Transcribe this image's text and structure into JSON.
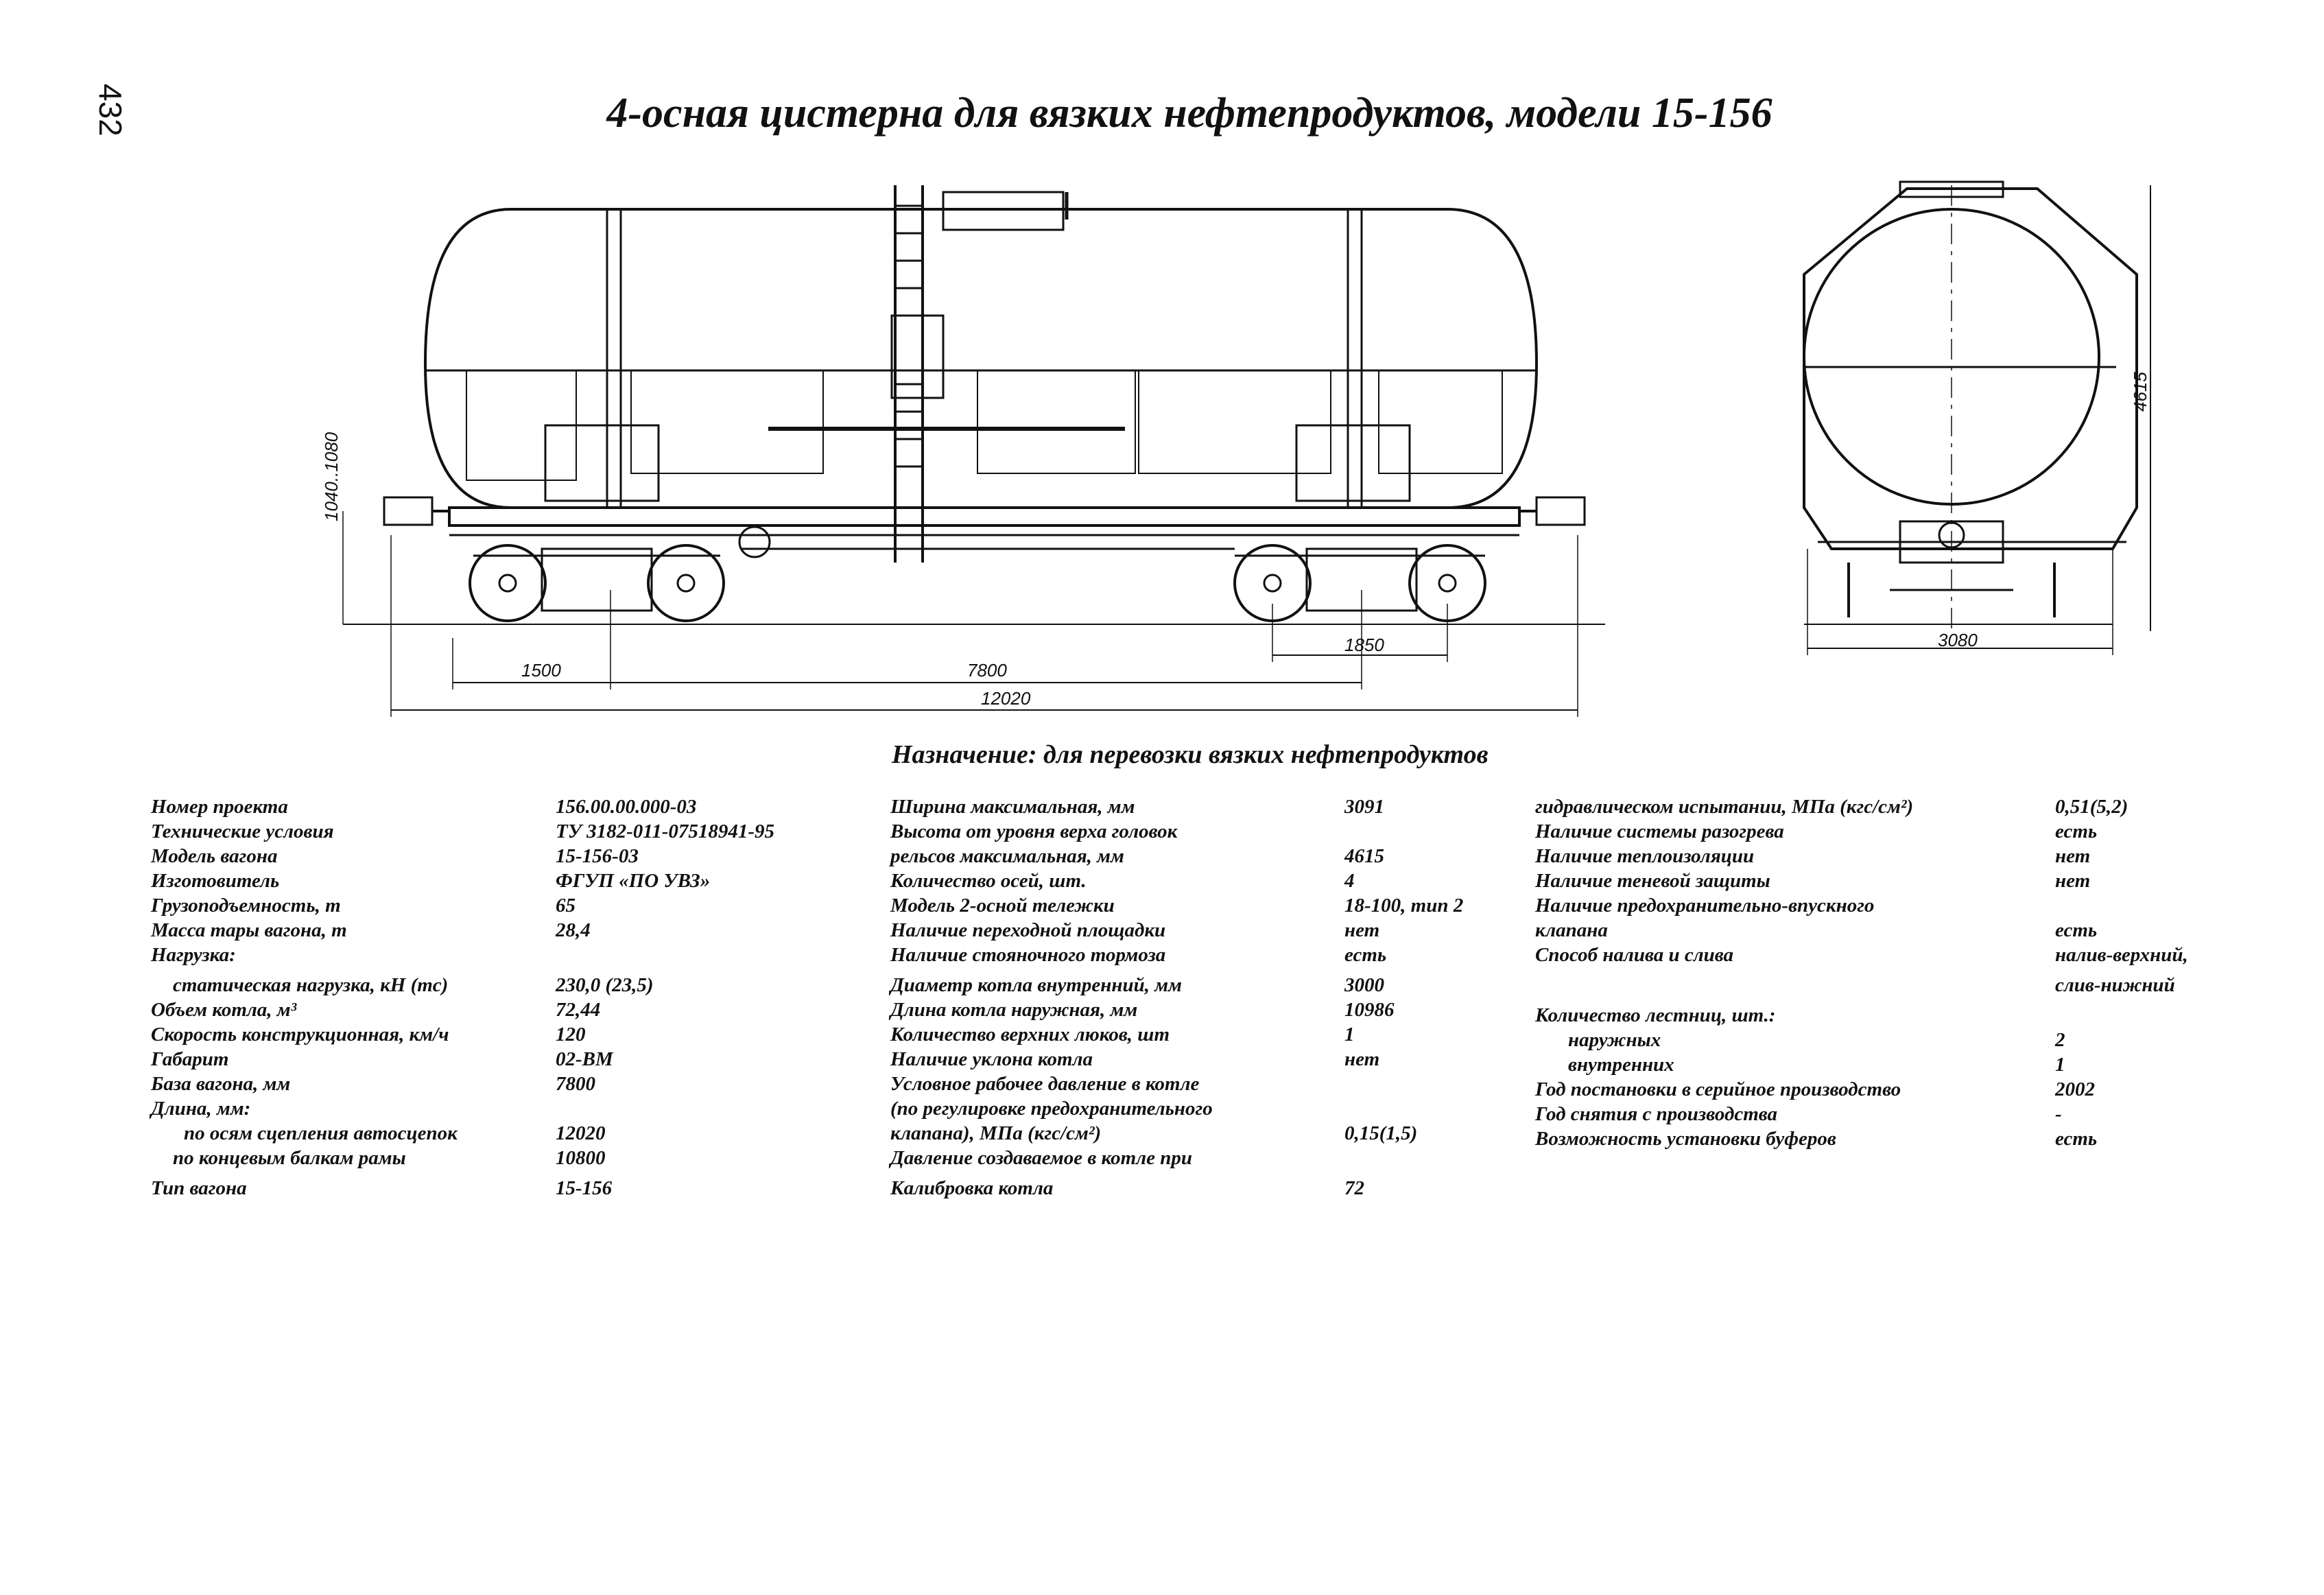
{
  "page_number": "432",
  "title": "4-осная цистерна для вязких нефтепродуктов, модели 15-156",
  "purpose": "Назначение: для перевозки вязких нефтепродуктов",
  "dimensions": {
    "d1500": "1500",
    "d7800": "7800",
    "d1850": "1850",
    "d12020": "12020",
    "d3080": "3080",
    "d4615": "4615",
    "d1040_1080": "1040..1080"
  },
  "col1": [
    {
      "label": "Номер проекта",
      "value": "156.00.00.000-03"
    },
    {
      "label": "Технические условия",
      "value": "ТУ 3182-011-07518941-95"
    },
    {
      "label": "Модель вагона",
      "value": "15-156-03"
    },
    {
      "label": "Изготовитель",
      "value": "ФГУП «ПО УВЗ»"
    },
    {
      "label": "Грузоподъемность, т",
      "value": "65"
    },
    {
      "label": "Масса тары вагона, т",
      "value": "28,4"
    },
    {
      "label": "Нагрузка:",
      "value": ""
    },
    {
      "label": "статическая нагрузка, кН (тс)",
      "value": "230,0 (23,5)"
    },
    {
      "label": "Объем котла, м³",
      "value": "72,44"
    },
    {
      "label": "Скорость конструкционная, км/ч",
      "value": "120"
    },
    {
      "label": "Габарит",
      "value": "02-ВМ"
    },
    {
      "label": "База вагона, мм",
      "value": "7800"
    },
    {
      "label": "Длина, мм:",
      "value": ""
    },
    {
      "label": "по осям сцепления автосцепок",
      "value": "12020"
    },
    {
      "label": "по концевым балкам рамы",
      "value": "10800"
    },
    {
      "label": "Тип вагона",
      "value": "15-156"
    }
  ],
  "col2": [
    {
      "label": "Ширина максимальная, мм",
      "value": "3091"
    },
    {
      "label": "Высота от уровня верха головок",
      "value": ""
    },
    {
      "label": "рельсов максимальная, мм",
      "value": "4615"
    },
    {
      "label": "Количество осей, шт.",
      "value": "4"
    },
    {
      "label": "Модель 2-осной тележки",
      "value": "18-100, тип 2"
    },
    {
      "label": "Наличие переходной площадки",
      "value": "нет"
    },
    {
      "label": "Наличие стояночного тормоза",
      "value": "есть"
    },
    {
      "label": "Диаметр котла внутренний, мм",
      "value": "3000"
    },
    {
      "label": "Длина котла наружная, мм",
      "value": "10986"
    },
    {
      "label": "Количество верхних люков, шт",
      "value": "1"
    },
    {
      "label": "Наличие уклона котла",
      "value": "нет"
    },
    {
      "label": "Условное рабочее давление в котле",
      "value": ""
    },
    {
      "label": "(по регулировке предохранительного",
      "value": ""
    },
    {
      "label": "клапана), МПа (кгс/см²)",
      "value": "0,15(1,5)"
    },
    {
      "label": "Давление создаваемое в котле при",
      "value": ""
    },
    {
      "label": "Калибровка котла",
      "value": "72"
    }
  ],
  "col3": [
    {
      "label": "гидравлическом испытании, МПа (кгс/см²)",
      "value": "0,51(5,2)"
    },
    {
      "label": "Наличие системы разогрева",
      "value": "есть"
    },
    {
      "label": "Наличие теплоизоляции",
      "value": "нет"
    },
    {
      "label": "Наличие теневой защиты",
      "value": "нет"
    },
    {
      "label": "Наличие предохранительно-впускного",
      "value": ""
    },
    {
      "label": "клапана",
      "value": "есть"
    },
    {
      "label": "Способ налива и слива",
      "value": "налив-верхний,"
    },
    {
      "label": "",
      "value": "слив-нижний"
    },
    {
      "label": "Количество лестниц, шт.:",
      "value": ""
    },
    {
      "label": "наружных",
      "value": "2"
    },
    {
      "label": "внутренних",
      "value": "1"
    },
    {
      "label": "Год постановки в серийное производство",
      "value": "2002"
    },
    {
      "label": "Год снятия с производства",
      "value": "-"
    },
    {
      "label": "Возможность установки буферов",
      "value": "есть"
    }
  ]
}
